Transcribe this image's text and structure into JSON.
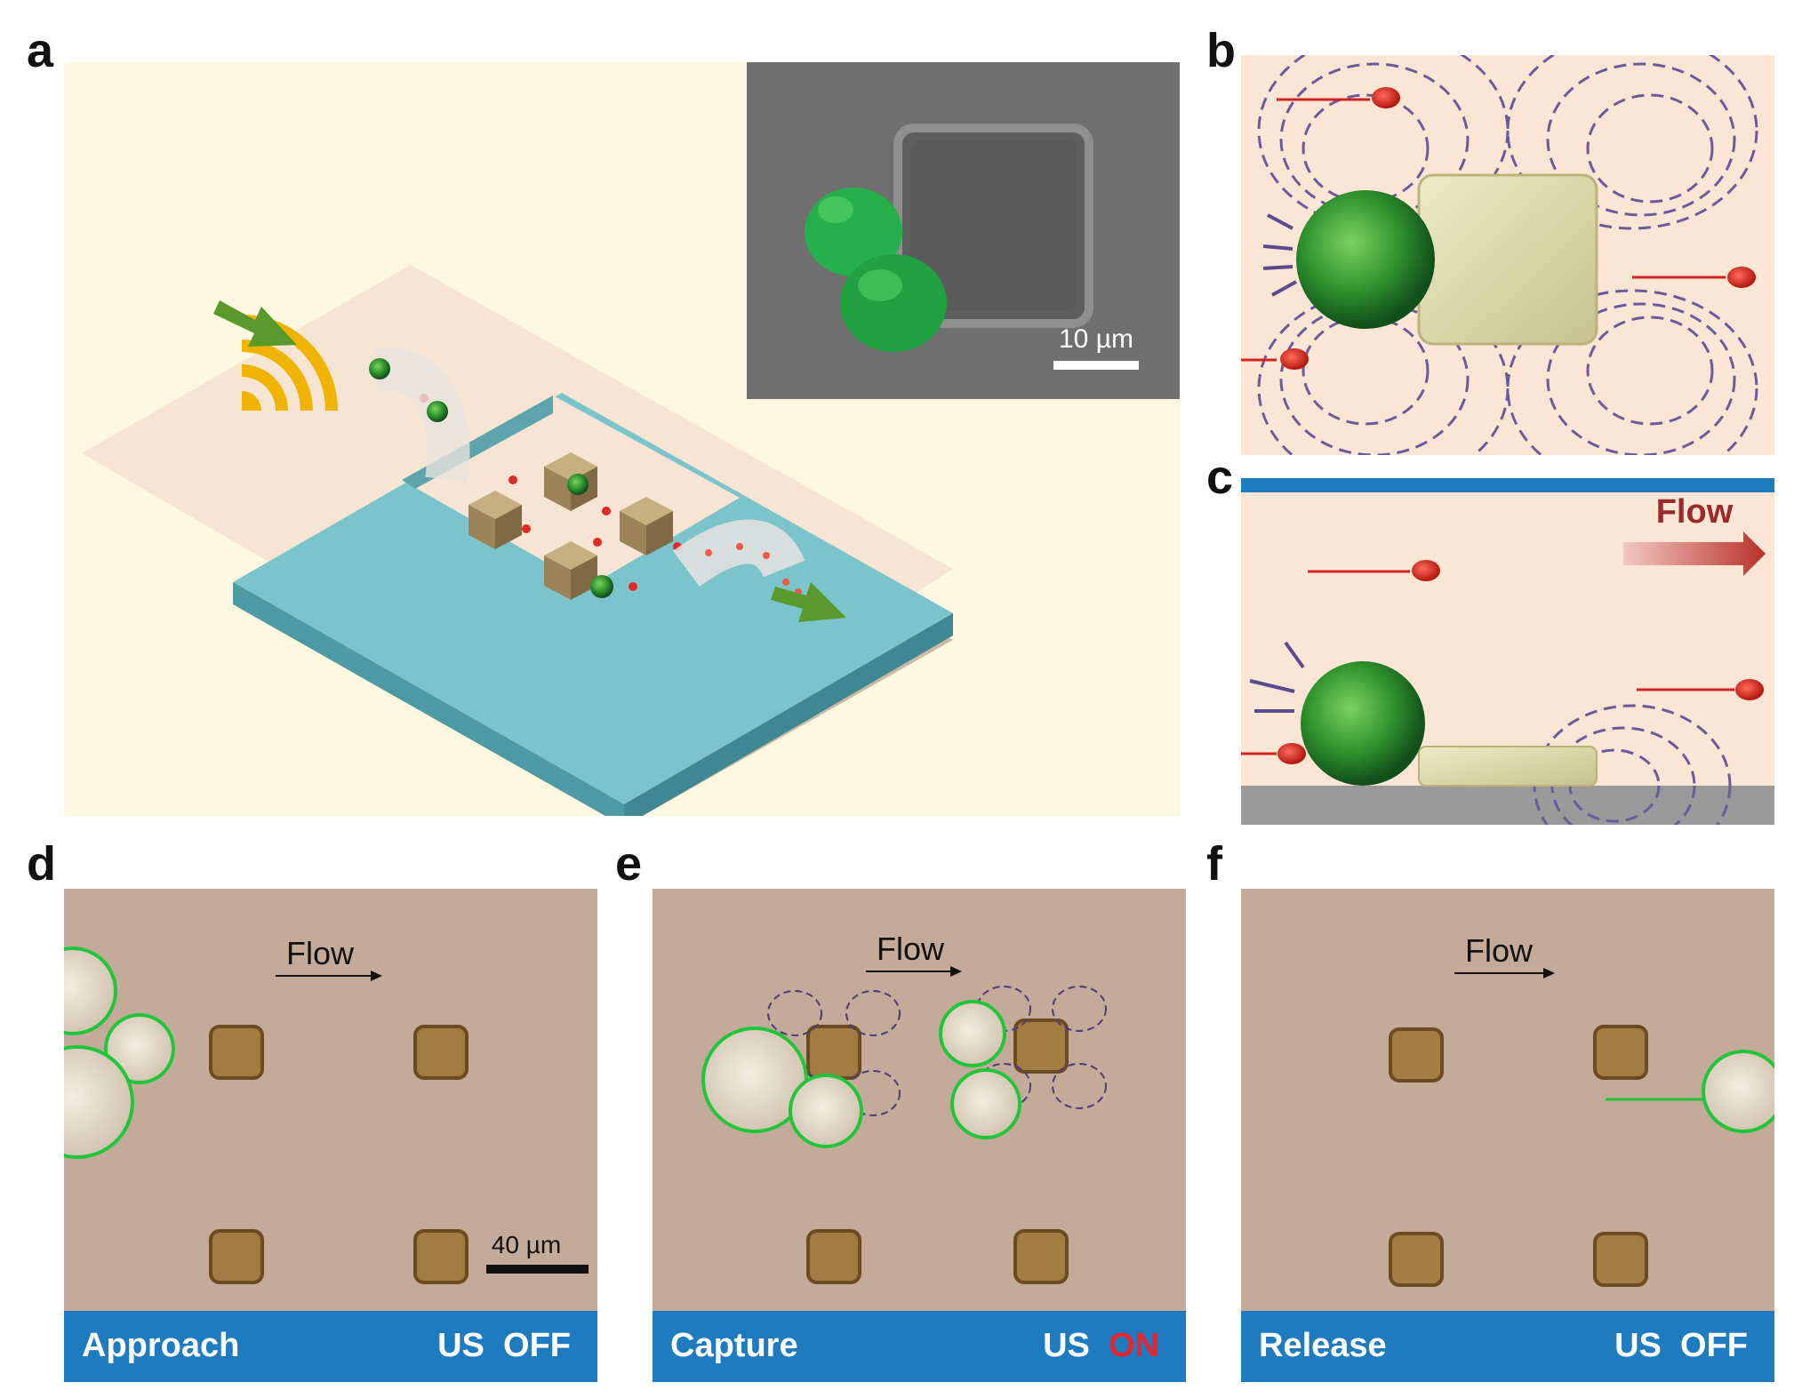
{
  "panels": {
    "a": {
      "letter": "a",
      "scale_bar_label": "10 µm"
    },
    "b": {
      "letter": "b"
    },
    "c": {
      "letter": "c",
      "flow_label": "Flow"
    },
    "d": {
      "letter": "d",
      "flow_label": "Flow",
      "scale_bar_label": "40 µm",
      "stage": "Approach",
      "us": "US",
      "us_state": "OFF"
    },
    "e": {
      "letter": "e",
      "flow_label": "Flow",
      "stage": "Capture",
      "us": "US",
      "us_state": "ON"
    },
    "f": {
      "letter": "f",
      "flow_label": "Flow",
      "stage": "Release",
      "us": "US",
      "us_state": "OFF"
    }
  },
  "colors": {
    "cream_bg": "#fdf8df",
    "channel_blue": "#5fb0bb",
    "peach": "#fbe6d6",
    "brown_block": "#a8906a",
    "status_blue": "#1f7bbf",
    "ring_green": "#22c43a",
    "us_on_red": "#e8242c",
    "dashed_purple": "#6b5b9a"
  }
}
